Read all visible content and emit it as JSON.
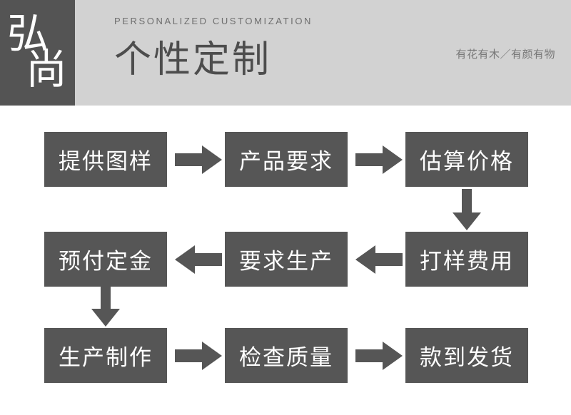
{
  "header": {
    "logo": {
      "name": "弘尚",
      "char_1": "弘",
      "char_2": "尚",
      "background_color": "#545454",
      "text_color": "#ffffff"
    },
    "kicker": "PERSONALIZED CUSTOMIZATION",
    "title": "个性定制",
    "tagline": "有花有木／有颜有物",
    "band_color": "#d2d2d2",
    "title_color": "#4d4d4d",
    "kicker_color": "#6e6e6e"
  },
  "flow": {
    "node_color": "#565656",
    "node_text_color": "#ffffff",
    "arrow_color": "#565656",
    "background_color": "#ffffff",
    "rows": [
      {
        "direction": "right",
        "nodes": [
          {
            "label": "提供图样"
          },
          {
            "label": "产品要求"
          },
          {
            "label": "估算价格"
          }
        ],
        "connectors": [
          {
            "icon": "arrow-right-icon"
          },
          {
            "icon": "arrow-right-icon"
          }
        ]
      },
      {
        "direction": "left",
        "nodes": [
          {
            "label": "预付定金"
          },
          {
            "label": "要求生产"
          },
          {
            "label": "打样费用"
          }
        ],
        "connectors": [
          {
            "icon": "arrow-left-icon"
          },
          {
            "icon": "arrow-left-icon"
          }
        ]
      },
      {
        "direction": "right",
        "nodes": [
          {
            "label": "生产制作"
          },
          {
            "label": "检查质量"
          },
          {
            "label": "款到发货"
          }
        ],
        "connectors": [
          {
            "icon": "arrow-right-icon"
          },
          {
            "icon": "arrow-right-icon"
          }
        ]
      }
    ],
    "vertical_connectors": [
      {
        "icon": "arrow-down-icon",
        "from": "估算价格",
        "to": "打样费用"
      },
      {
        "icon": "arrow-down-icon",
        "from": "预付定金",
        "to": "生产制作"
      }
    ]
  }
}
